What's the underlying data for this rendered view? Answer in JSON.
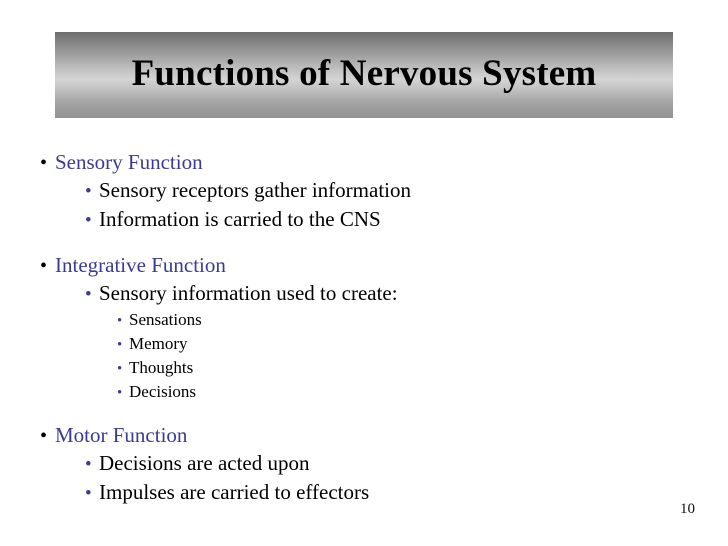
{
  "slide": {
    "title": "Functions of Nervous System",
    "page_number": "10",
    "colors": {
      "heading_blue": "#3b3b96",
      "body_black": "#000000",
      "background": "#ffffff",
      "title_bar_gradient_top": "#6d6d6d",
      "title_bar_gradient_mid": "#d4d4d4",
      "title_bar_gradient_bottom": "#939393"
    },
    "bullet_glyph": "•",
    "groups": [
      {
        "heading": "Sensory Function",
        "sub_items": [
          {
            "text": "Sensory receptors gather information",
            "children": []
          },
          {
            "text": "Information is carried to the CNS",
            "children": []
          }
        ]
      },
      {
        "heading": "Integrative Function",
        "sub_items": [
          {
            "text": "Sensory information used to create:",
            "children": [
              "Sensations",
              "Memory",
              "Thoughts",
              "Decisions"
            ]
          }
        ]
      },
      {
        "heading": "Motor Function",
        "sub_items": [
          {
            "text": "Decisions are acted upon",
            "children": []
          },
          {
            "text": "Impulses are carried to effectors",
            "children": []
          }
        ]
      }
    ]
  }
}
